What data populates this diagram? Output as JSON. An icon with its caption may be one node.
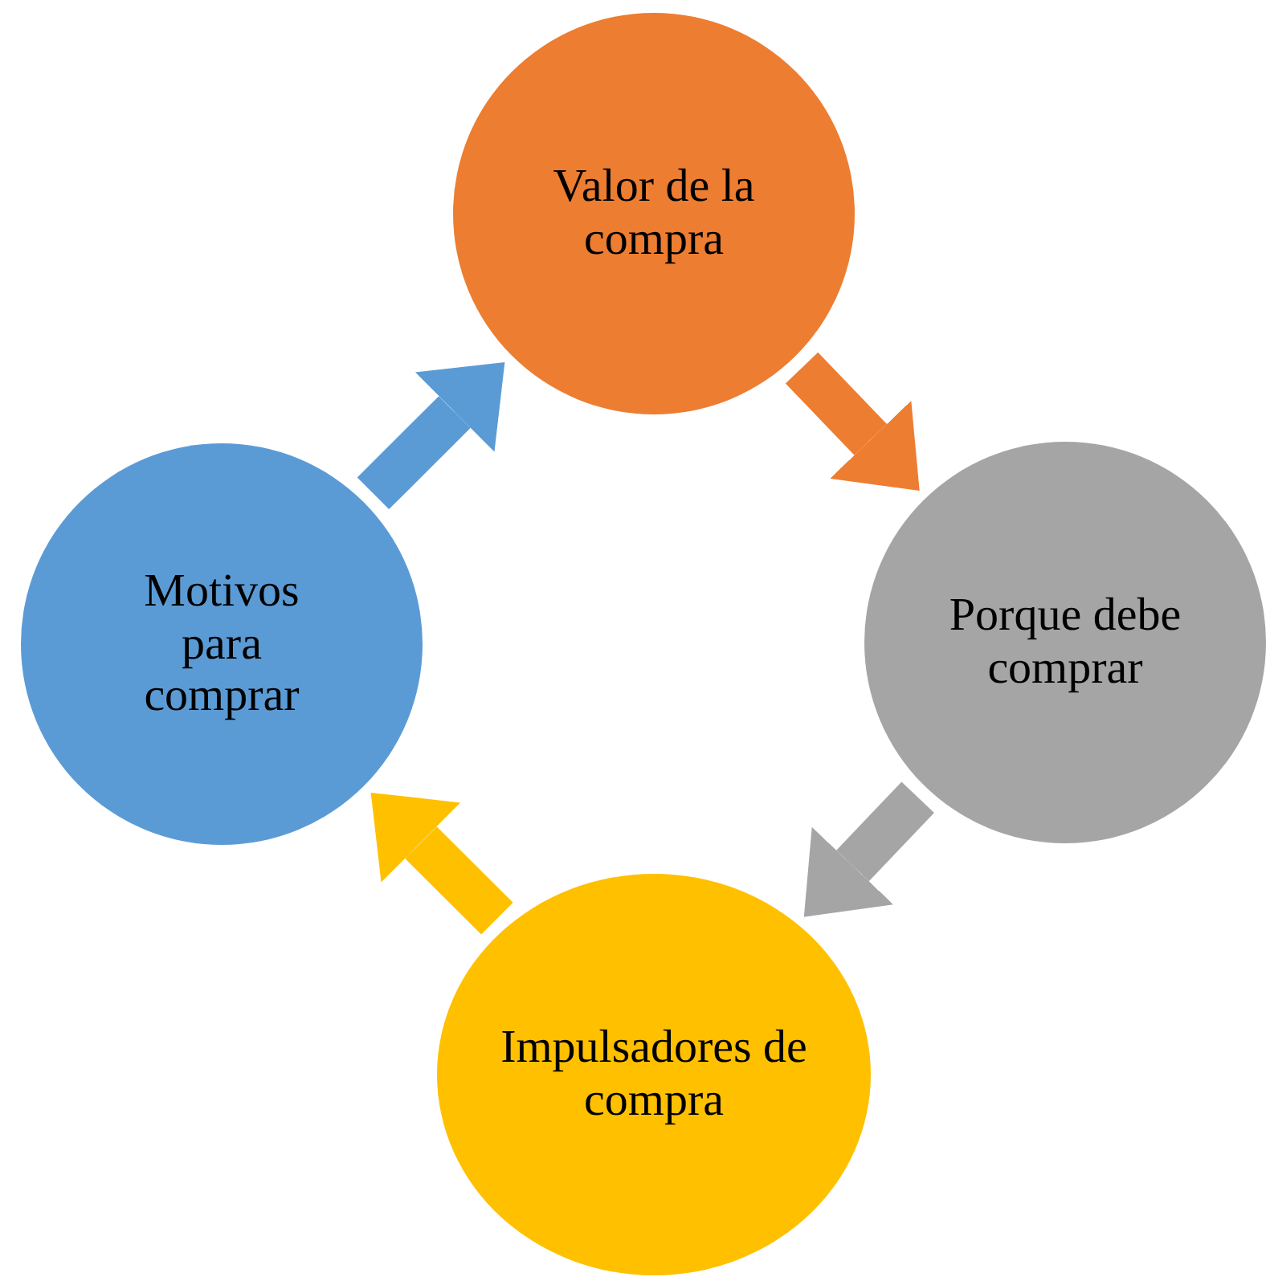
{
  "diagram": {
    "nodes": [
      {
        "text": [
          "Valor de la compra"
        ]
      },
      {
        "text": [
          "Porque debe comprar"
        ]
      },
      {
        "text": [
          "Impulsadores de compra"
        ]
      },
      {
        "text": [
          "Motivos para comprar"
        ]
      }
    ],
    "edges": [
      {
        "from": 0,
        "to": 1,
        "arrow": "to",
        "color": "#ed7d31"
      },
      {
        "from": 1,
        "to": 2,
        "arrow": "to",
        "color": "#a5a5a5"
      },
      {
        "from": 2,
        "to": 3,
        "arrow": "to",
        "color": "#ffc000"
      },
      {
        "from": 3,
        "to": 0,
        "arrow": "to",
        "color": "#5b9bd5"
      }
    ]
  }
}
